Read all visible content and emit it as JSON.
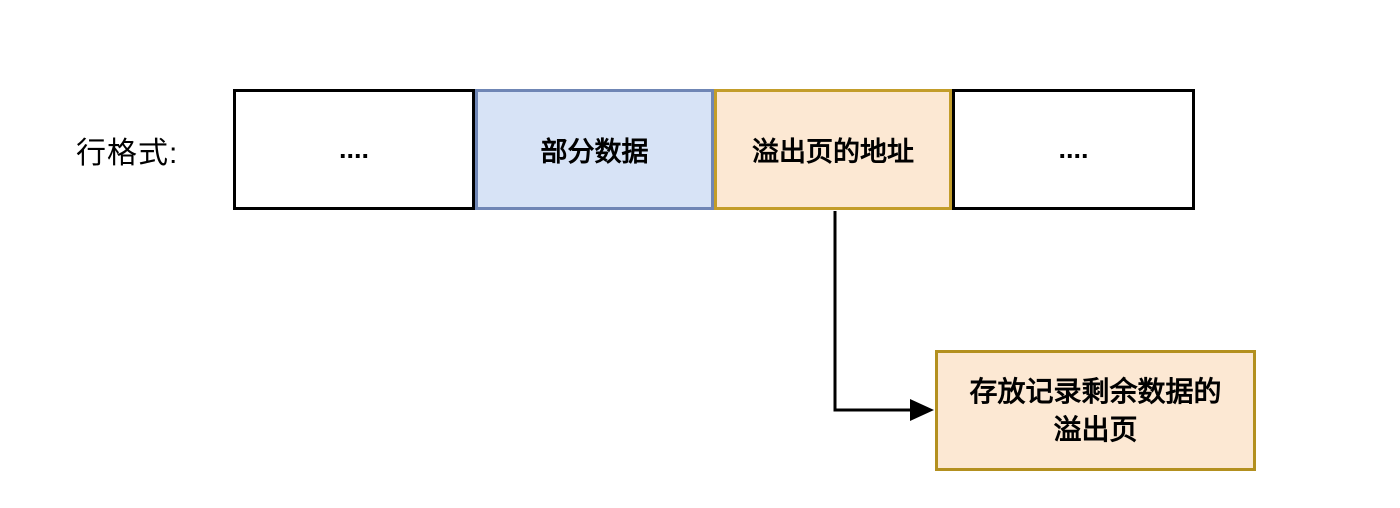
{
  "diagram": {
    "label": "行格式:",
    "row_cells": [
      {
        "text": "....",
        "variant": "plain"
      },
      {
        "text": "部分数据",
        "variant": "blue"
      },
      {
        "text": "溢出页的地址",
        "variant": "orange"
      },
      {
        "text": "....",
        "variant": "plain"
      }
    ],
    "overflow_box": {
      "line1": "存放记录剩余数据的",
      "line2": "溢出页"
    },
    "colors": {
      "background": "#ffffff",
      "text_color": "#000000",
      "plain_border": "#000000",
      "blue_fill": "#d7e3f6",
      "blue_border": "#6f86b5",
      "peach_fill": "#fce8d3",
      "gold_border": "#c39d2a",
      "box_fill": "#fce8d3",
      "box_border": "#b3901f",
      "arrow_color": "#000000"
    }
  }
}
